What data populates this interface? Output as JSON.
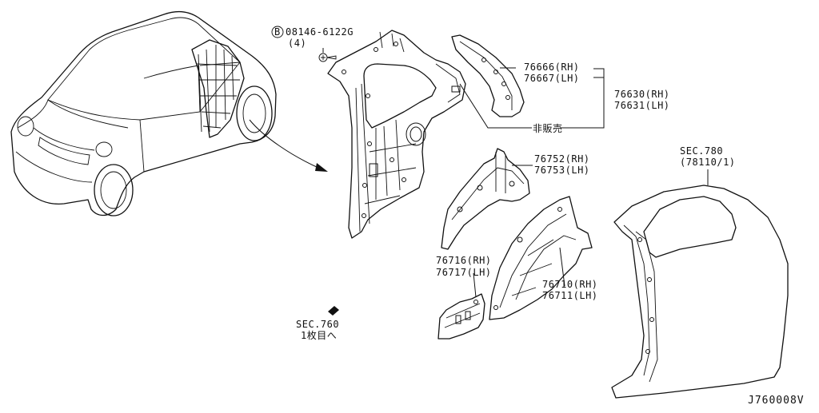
{
  "bolt": {
    "prefix": "B",
    "number": "08146-6122G",
    "qty": "(4)"
  },
  "labels": [
    {
      "id": "76666",
      "rh": "76666(RH)",
      "lh": "76667(LH)"
    },
    {
      "id": "76630",
      "rh": "76630(RH)",
      "lh": "76631(LH)"
    },
    {
      "id": "not-for-sale",
      "text": "非販売"
    },
    {
      "id": "76752",
      "rh": "76752(RH)",
      "lh": "76753(LH)"
    },
    {
      "id": "sec780",
      "rh": "SEC.780",
      "lh": "(78110/1)"
    },
    {
      "id": "76716",
      "rh": "76716(RH)",
      "lh": "76717(LH)"
    },
    {
      "id": "76710",
      "rh": "76710(RH)",
      "lh": "76711(LH)"
    },
    {
      "id": "sec760",
      "rh": "SEC.760",
      "lh": "1枚目へ"
    }
  ],
  "diagram_code": "J760008V",
  "icons": [
    "bolt-icon",
    "arrow-icon",
    "car-outline"
  ]
}
